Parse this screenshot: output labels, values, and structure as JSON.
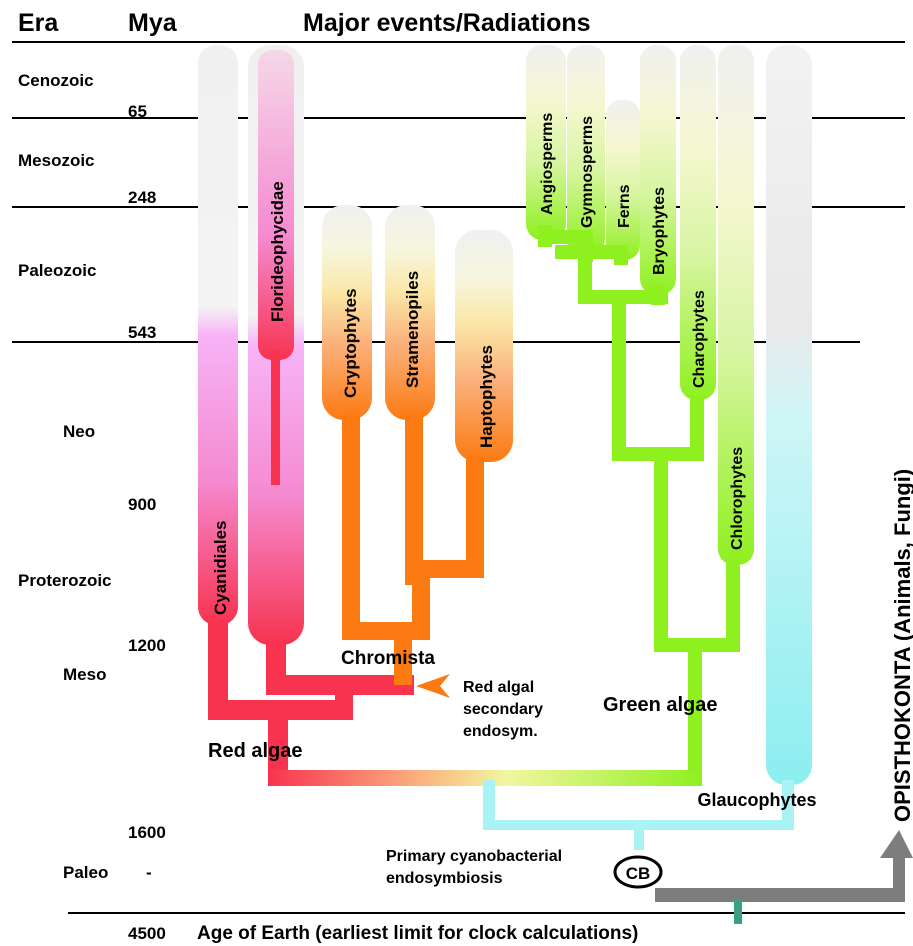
{
  "header": {
    "era": "Era",
    "mya": "Mya",
    "events": "Major events/Radiations"
  },
  "eras": {
    "cenozoic": "Cenozoic",
    "mesozoic": "Mesozoic",
    "paleozoic": "Paleozoic",
    "neo": "Neo",
    "proterozoic": "Proterozoic",
    "meso": "Meso",
    "paleo": "Paleo"
  },
  "ages": {
    "a65": "65",
    "a248": "248",
    "a543": "543",
    "a900": "900",
    "a1200": "1200",
    "a1600": "1600",
    "dash": "-",
    "a4500": "4500"
  },
  "age_of_earth": "Age of Earth (earliest limit for clock calculations)",
  "lineages": {
    "cyanidiales": "Cyanidiales",
    "florideophycidae": "Florideophycidae",
    "cryptophytes": "Cryptophytes",
    "stramenopiles": "Stramenopiles",
    "haptophytes": "Haptophytes",
    "angiosperms": "Angiosperms",
    "gymnosperms": "Gymnosperms",
    "ferns": "Ferns",
    "bryophytes": "Bryophytes",
    "charophytes": "Charophytes",
    "chlorophytes": "Chlorophytes",
    "glaucophytes": "Glaucophytes"
  },
  "groups": {
    "chromista": "Chromista",
    "red_algae": "Red algae",
    "green_algae": "Green algae",
    "opisthokonta": "OPISTHOKONTA (Animals, Fungi)"
  },
  "annotations": {
    "secondary_line1": "Red algal",
    "secondary_line2": "secondary",
    "secondary_line3": "endosym.",
    "primary_line1": "Primary cyanobacterial",
    "primary_line2": "endosymbiosis",
    "cb": "CB"
  },
  "colors": {
    "red": "#f7334f",
    "orange": "#fb7a12",
    "green": "#8ff01f",
    "cyan": "#a9f3f5",
    "gray": "#7d7d7d"
  }
}
